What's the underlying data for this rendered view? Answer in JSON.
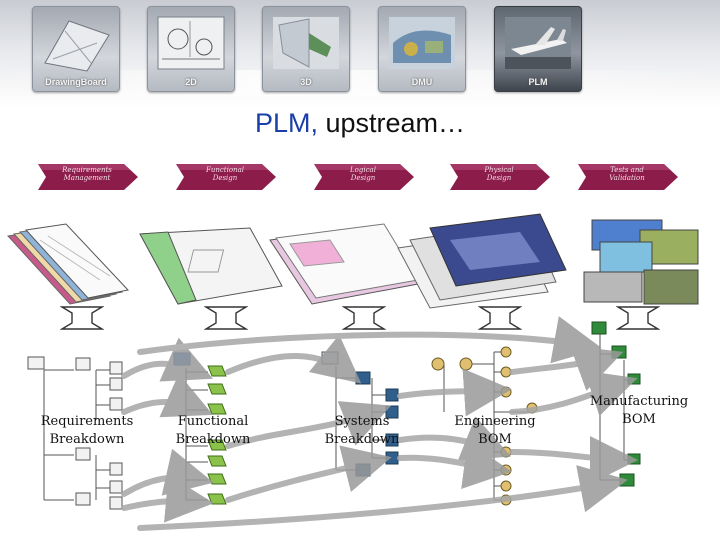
{
  "nav_tiles": [
    {
      "label": "DrawingBoard"
    },
    {
      "label": "2D"
    },
    {
      "label": "3D"
    },
    {
      "label": "DMU"
    },
    {
      "label": "PLM",
      "active": true
    }
  ],
  "title": {
    "highlight": "PLM,",
    "rest": " upstream…"
  },
  "process_steps": [
    {
      "line1": "Requirements",
      "line2": "Management"
    },
    {
      "line1": "Functional",
      "line2": "Design"
    },
    {
      "line1": "Logical",
      "line2": "Design"
    },
    {
      "line1": "Physical",
      "line2": "Design"
    },
    {
      "line1": "Tests and",
      "line2": "Validation"
    }
  ],
  "breakdowns": [
    {
      "line1": "Requirements",
      "line2": "Breakdown"
    },
    {
      "line1": "Functional",
      "line2": "Breakdown"
    },
    {
      "line1": "Systems",
      "line2": "Breakdown"
    },
    {
      "line1": "Engineering",
      "line2": "BOM"
    },
    {
      "line1": "Manufacturing",
      "line2": "BOM"
    }
  ],
  "colors": {
    "title_highlight": "#1b3fa8",
    "step_arrow": "#8c1d4a",
    "flow_arrow": "#a6a6a6"
  }
}
